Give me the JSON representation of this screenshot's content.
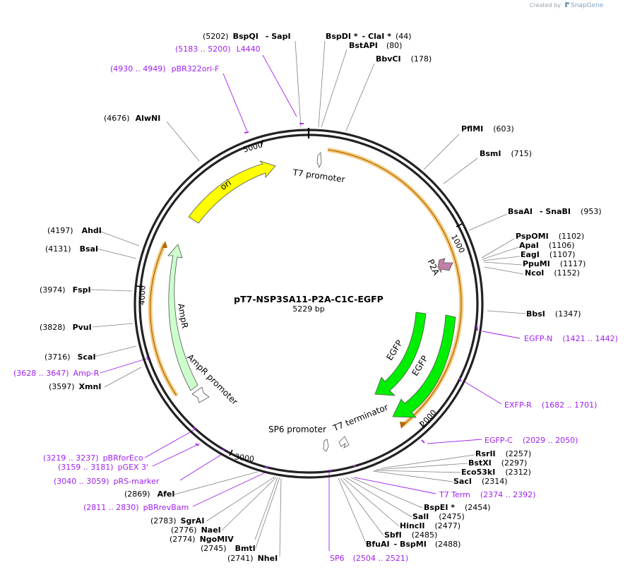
{
  "brand": {
    "created_by": "Created by",
    "name": "SnapGene"
  },
  "plasmid": {
    "name": "pT7-NSP3SA11-P2A-C1C-EGFP",
    "length": "5229 bp"
  },
  "ticks": [
    {
      "label": "1000"
    },
    {
      "label": "2000"
    },
    {
      "label": "3000"
    },
    {
      "label": "4000"
    },
    {
      "label": "5000"
    }
  ],
  "features": [
    {
      "name": "ori"
    },
    {
      "name": "AmpR"
    },
    {
      "name": "AmpR promoter"
    },
    {
      "name": "T7 promoter"
    },
    {
      "name": "P2A"
    },
    {
      "name": "EGFP"
    },
    {
      "name": "EGFP"
    },
    {
      "name": "T7 terminator"
    },
    {
      "name": "SP6 promoter"
    }
  ],
  "sites": [
    {
      "pos": "(5202)",
      "name": "BspQI",
      "extra": "- SapI"
    },
    {
      "name": "BspDI *",
      "extra": "- ClaI *",
      "pos": "(44)"
    },
    {
      "name": "BstAPI",
      "pos": "(80)"
    },
    {
      "name": "BbvCI",
      "pos": "(178)"
    },
    {
      "name": "PflMI",
      "pos": "(603)"
    },
    {
      "name": "BsmI",
      "pos": "(715)"
    },
    {
      "name": "BsaAI",
      "extra": "- SnaBI",
      "pos": "(953)"
    },
    {
      "name": "PspOMI",
      "pos": "(1102)"
    },
    {
      "name": "ApaI",
      "pos": "(1106)"
    },
    {
      "name": "EagI",
      "pos": "(1107)"
    },
    {
      "name": "PpuMI",
      "pos": "(1117)"
    },
    {
      "name": "NcoI",
      "pos": "(1152)"
    },
    {
      "name": "BbsI",
      "pos": "(1347)"
    },
    {
      "name": "RsrII",
      "pos": "(2257)"
    },
    {
      "name": "BstXI",
      "pos": "(2297)"
    },
    {
      "name": "Eco53kI",
      "pos": "(2312)"
    },
    {
      "name": "SacI",
      "pos": "(2314)"
    },
    {
      "name": "BspEI *",
      "pos": "(2454)"
    },
    {
      "name": "SalI",
      "pos": "(2475)"
    },
    {
      "name": "HincII",
      "pos": "(2477)"
    },
    {
      "name": "SbfI",
      "pos": "(2485)"
    },
    {
      "name": "BfuAI",
      "extra": "- BspMI",
      "pos": "(2488)"
    },
    {
      "pos": "(2741)",
      "name": "NheI"
    },
    {
      "pos": "(2745)",
      "name": "BmtI"
    },
    {
      "pos": "(2774)",
      "name": "NgoMIV"
    },
    {
      "pos": "(2776)",
      "name": "NaeI"
    },
    {
      "pos": "(2783)",
      "name": "SgrAI"
    },
    {
      "pos": "(2869)",
      "name": "AfeI"
    },
    {
      "pos": "(3597)",
      "name": "XmnI"
    },
    {
      "pos": "(3716)",
      "name": "ScaI"
    },
    {
      "pos": "(3828)",
      "name": "PvuI"
    },
    {
      "pos": "(3974)",
      "name": "FspI"
    },
    {
      "pos": "(4131)",
      "name": "BsaI"
    },
    {
      "pos": "(4197)",
      "name": "AhdI"
    },
    {
      "pos": "(4676)",
      "name": "AlwNI"
    }
  ],
  "primers": [
    {
      "range": "(5183 .. 5200)",
      "name": "L4440"
    },
    {
      "range": "(4930 .. 4949)",
      "name": "pBR322ori-F"
    },
    {
      "name": "EGFP-N",
      "range": "(1421 .. 1442)"
    },
    {
      "name": "EXFP-R",
      "range": "(1682 .. 1701)"
    },
    {
      "name": "EGFP-C",
      "range": "(2029 .. 2050)"
    },
    {
      "name": "T7 Term",
      "range": "(2374 .. 2392)"
    },
    {
      "name": "SP6",
      "range": "(2504 .. 2521)"
    },
    {
      "range": "(2811 .. 2830)",
      "name": "pBRrevBam"
    },
    {
      "range": "(3040 .. 3059)",
      "name": "pRS-marker"
    },
    {
      "range": "(3159 .. 3181)",
      "name": "pGEX 3'"
    },
    {
      "range": "(3219 .. 3237)",
      "name": "pBRforEco"
    },
    {
      "range": "(3628 .. 3647)",
      "name": "Amp-R"
    }
  ],
  "colors": {
    "backbone": "#222222",
    "ori": "#ffff00",
    "ampr": "#ccffcc",
    "egfp": "#00ee00",
    "p2a": "#c080a8",
    "orf": "#f4c26b",
    "orf_line": "#b06a00",
    "primer": "#a020f0",
    "leader": "#808080"
  }
}
